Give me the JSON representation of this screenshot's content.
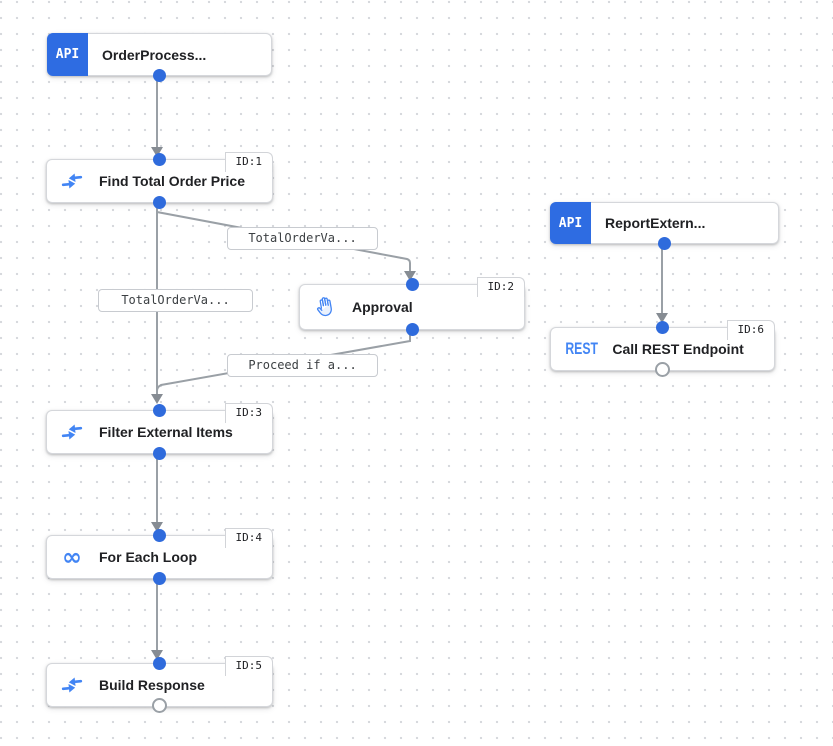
{
  "canvas": {
    "type": "integration-workflow-designer"
  },
  "colors": {
    "api_chip_blue": "#2e6ce2",
    "icon_blue": "#4285f4",
    "port_blue": "#2f6bdc",
    "edge_gray": "#9aa0a6",
    "arrow_gray": "#868c93",
    "node_border": "#d5d7db",
    "title_text": "#202124"
  },
  "icons": {
    "api": "API",
    "rest": "REST",
    "infinity": "∞"
  },
  "nodes": {
    "order_trigger": {
      "label": "OrderProcess..."
    },
    "find_total": {
      "label": "Find Total Order Price",
      "badge": "ID:1"
    },
    "approval": {
      "label": "Approval",
      "badge": "ID:2"
    },
    "filter_items": {
      "label": "Filter External Items",
      "badge": "ID:3"
    },
    "for_each": {
      "label": "For Each Loop",
      "badge": "ID:4"
    },
    "build_response": {
      "label": "Build Response",
      "badge": "ID:5"
    },
    "report_trigger": {
      "label": "ReportExtern..."
    },
    "call_rest": {
      "label": "Call REST Endpoint",
      "badge": "ID:6"
    }
  },
  "edges": {
    "find_to_approval": {
      "label": "TotalOrderVa..."
    },
    "find_to_filter": {
      "label": "TotalOrderVa..."
    },
    "approval_to_filter": {
      "label": "Proceed if a..."
    }
  }
}
